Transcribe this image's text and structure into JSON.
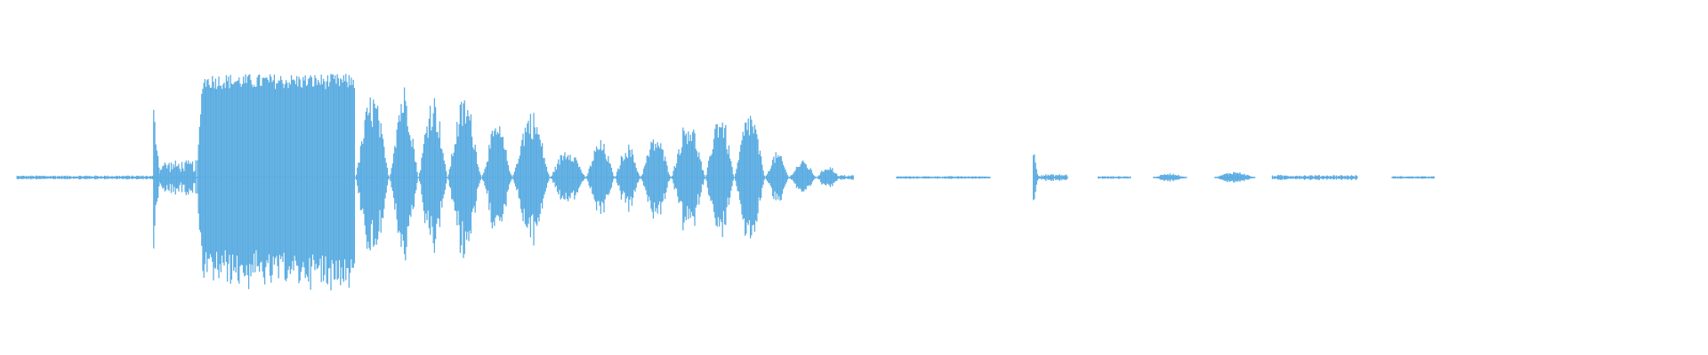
{
  "waveform": {
    "color": "#5dade2",
    "duration_fraction_active": 0.84,
    "segments": [
      {
        "start": 0.01,
        "end": 0.09,
        "amp": 0.012,
        "kind": "noise"
      },
      {
        "start": 0.09,
        "end": 0.094,
        "amp": 0.42,
        "kind": "spike"
      },
      {
        "start": 0.094,
        "end": 0.115,
        "amp": 0.1,
        "kind": "noise"
      },
      {
        "start": 0.115,
        "end": 0.208,
        "amp": 0.6,
        "kind": "dense"
      },
      {
        "start": 0.208,
        "end": 0.228,
        "amp": 0.5,
        "kind": "burst"
      },
      {
        "start": 0.228,
        "end": 0.245,
        "amp": 0.55,
        "kind": "burst"
      },
      {
        "start": 0.245,
        "end": 0.262,
        "amp": 0.5,
        "kind": "burst"
      },
      {
        "start": 0.262,
        "end": 0.282,
        "amp": 0.48,
        "kind": "burst"
      },
      {
        "start": 0.282,
        "end": 0.3,
        "amp": 0.32,
        "kind": "burst"
      },
      {
        "start": 0.3,
        "end": 0.322,
        "amp": 0.4,
        "kind": "burst"
      },
      {
        "start": 0.322,
        "end": 0.343,
        "amp": 0.18,
        "kind": "burst"
      },
      {
        "start": 0.343,
        "end": 0.36,
        "amp": 0.22,
        "kind": "burst"
      },
      {
        "start": 0.36,
        "end": 0.375,
        "amp": 0.2,
        "kind": "burst"
      },
      {
        "start": 0.375,
        "end": 0.393,
        "amp": 0.25,
        "kind": "burst"
      },
      {
        "start": 0.393,
        "end": 0.413,
        "amp": 0.35,
        "kind": "burst"
      },
      {
        "start": 0.413,
        "end": 0.43,
        "amp": 0.4,
        "kind": "burst"
      },
      {
        "start": 0.43,
        "end": 0.448,
        "amp": 0.4,
        "kind": "burst"
      },
      {
        "start": 0.448,
        "end": 0.462,
        "amp": 0.15,
        "kind": "burst"
      },
      {
        "start": 0.462,
        "end": 0.478,
        "amp": 0.1,
        "kind": "burst"
      },
      {
        "start": 0.478,
        "end": 0.492,
        "amp": 0.07,
        "kind": "burst"
      },
      {
        "start": 0.492,
        "end": 0.5,
        "amp": 0.015,
        "kind": "noise"
      },
      {
        "start": 0.525,
        "end": 0.58,
        "amp": 0.008,
        "kind": "noise"
      },
      {
        "start": 0.605,
        "end": 0.608,
        "amp": 0.18,
        "kind": "spike"
      },
      {
        "start": 0.608,
        "end": 0.625,
        "amp": 0.02,
        "kind": "noise"
      },
      {
        "start": 0.643,
        "end": 0.662,
        "amp": 0.008,
        "kind": "noise"
      },
      {
        "start": 0.675,
        "end": 0.695,
        "amp": 0.025,
        "kind": "burst"
      },
      {
        "start": 0.711,
        "end": 0.735,
        "amp": 0.035,
        "kind": "burst"
      },
      {
        "start": 0.745,
        "end": 0.795,
        "amp": 0.015,
        "kind": "noise"
      },
      {
        "start": 0.815,
        "end": 0.84,
        "amp": 0.008,
        "kind": "noise"
      }
    ]
  }
}
